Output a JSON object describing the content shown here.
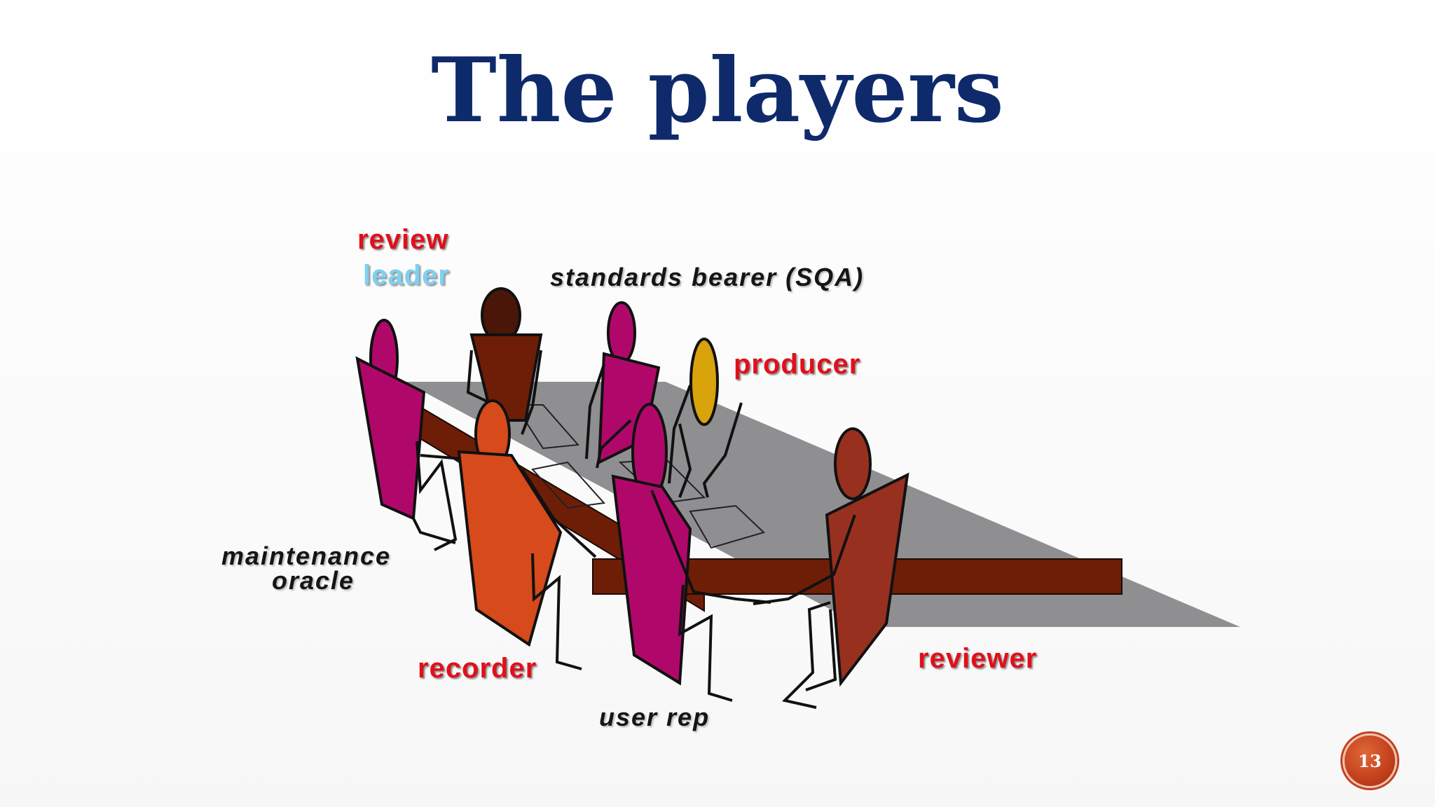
{
  "slide": {
    "title": "The players",
    "page_number": "13"
  },
  "roles": {
    "review": "review",
    "leader": "leader",
    "standards_bearer": "standards bearer (SQA)",
    "producer": "producer",
    "maintenance_oracle_line1": "maintenance",
    "maintenance_oracle_line2": "oracle",
    "recorder": "recorder",
    "user_rep": "user rep",
    "reviewer": "reviewer"
  },
  "colors": {
    "title": "#0e2a6b",
    "role_red": "#e0101a",
    "role_blue": "#7fd0f0",
    "table_top": "#8f8f91",
    "table_edge": "#6e1e06",
    "magenta_person": "#b0086a",
    "orange_person": "#d64a1c",
    "brown_person": "#98301f",
    "dark_brown_person": "#6e1e06",
    "gold_person": "#d9a30c"
  }
}
